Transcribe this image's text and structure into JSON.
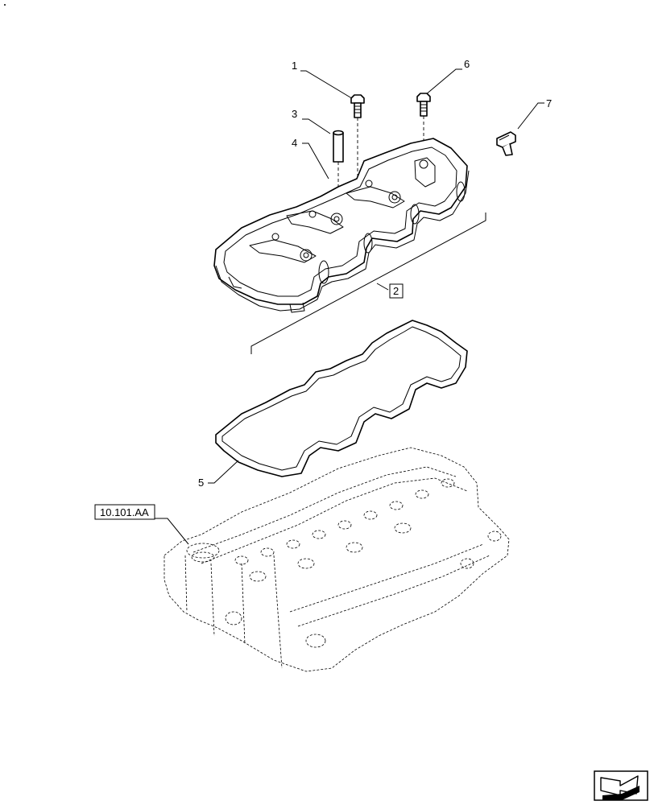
{
  "callouts": {
    "c1": "1",
    "c2": "2",
    "c3": "3",
    "c4": "4",
    "c5": "5",
    "c6": "6",
    "c7": "7"
  },
  "reference": {
    "label": "10.101.AA"
  },
  "icons": {
    "nav": "next-page-arrow-icon"
  }
}
